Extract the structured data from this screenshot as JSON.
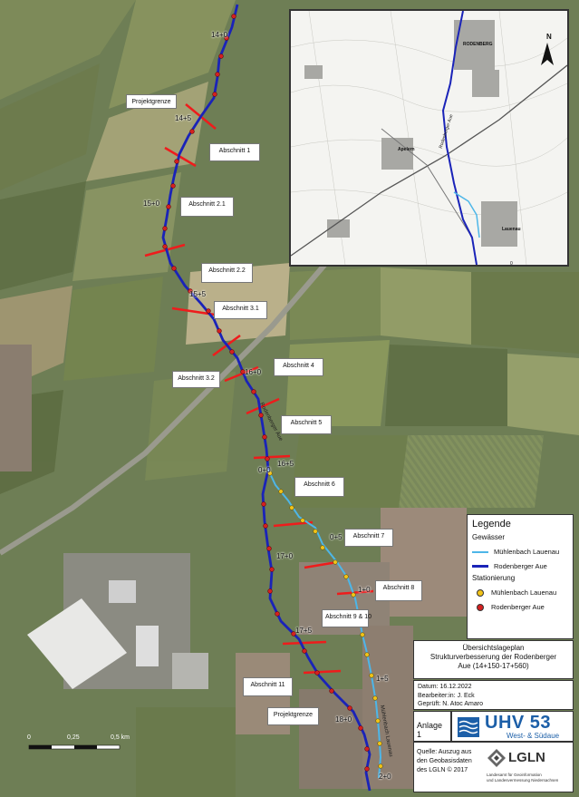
{
  "colors": {
    "muehlenbach": "#4db6e8",
    "rodenberger": "#1a23b8",
    "station_muehlenbach": "#f2c318",
    "station_rodenberger": "#d42020",
    "section_line": "#ee1c1c",
    "uhv_blue": "#1c5fa8"
  },
  "labels": {
    "projektgrenze_top": "Projektgrenze",
    "projektgrenze_bottom": "Projektgrenze",
    "abschnitt_1": "Abschnitt 1",
    "abschnitt_2_1": "Abschnitt 2.1",
    "abschnitt_2_2": "Abschnitt 2.2",
    "abschnitt_3_1": "Abschnitt 3.1",
    "abschnitt_3_2": "Abschnitt 3.2",
    "abschnitt_4": "Abschnitt 4",
    "abschnitt_5": "Abschnitt 5",
    "abschnitt_6": "Abschnitt 6",
    "abschnitt_7": "Abschnitt 7",
    "abschnitt_8": "Abschnitt 8",
    "abschnitt_9_10": "Abschnitt 9 & 10",
    "abschnitt_11": "Abschnitt 11"
  },
  "stations": {
    "s14_0": "14+0",
    "s14_5": "14+5",
    "s15_0": "15+0",
    "s15_5": "15+5",
    "s16_0": "16+0",
    "s16_5": "16+5",
    "s17_0": "17+0",
    "s17_5": "17+5",
    "s18_0": "18+0",
    "m0_0": "0+0",
    "m0_5": "0+5",
    "m1_0": "1+0",
    "m1_5": "1+5",
    "m2_0": "2+0"
  },
  "river_names": {
    "rodenberger_on_map": "Rodenberger Aue",
    "muehlenbach_on_map": "Mühlenbach Lauenau"
  },
  "inset": {
    "town_rodenberg": "RODENBERG",
    "town_apelern": "Apelern",
    "town_lauenau": "Lauenau",
    "river_label": "Rodenberger Aue",
    "north": "N",
    "zero": "0"
  },
  "legend": {
    "title": "Legende",
    "gewaesser": "Gewässer",
    "muehlenbach": "Mühlenbach Lauenau",
    "rodenberger": "Rodenberger Aue",
    "stationierung": "Stationierung",
    "st_muehlenbach": "Mühlenbach Lauenau",
    "st_rodenberger": "Rodenberger Aue"
  },
  "titleblock": {
    "line1": "Übersichtslageplan",
    "line2": "Strukturverbesserung der Rodenberger",
    "line3": "Aue (14+150-17+560)",
    "datum": "Datum: 16.12.2022",
    "bearbeiter": "Bearbeiter:in: J. Eck",
    "geprueft": "Geprüft: N. Atoc Amaro",
    "anlage": "Anlage 1",
    "uhv": "UHV 53",
    "uhv_sub": "West- & Südaue",
    "quelle1": "Quelle: Auszug aus",
    "quelle2": "den Geobasisdaten",
    "quelle3": "des LGLN © 2017",
    "lgln": "LGLN",
    "lgln_sub1": "Landesamt für Geoinformation",
    "lgln_sub2": "und Landesvermessung Niedersachsen"
  },
  "scalebar": {
    "zero": "0",
    "mid": "0,25",
    "end": "0,5 km"
  }
}
